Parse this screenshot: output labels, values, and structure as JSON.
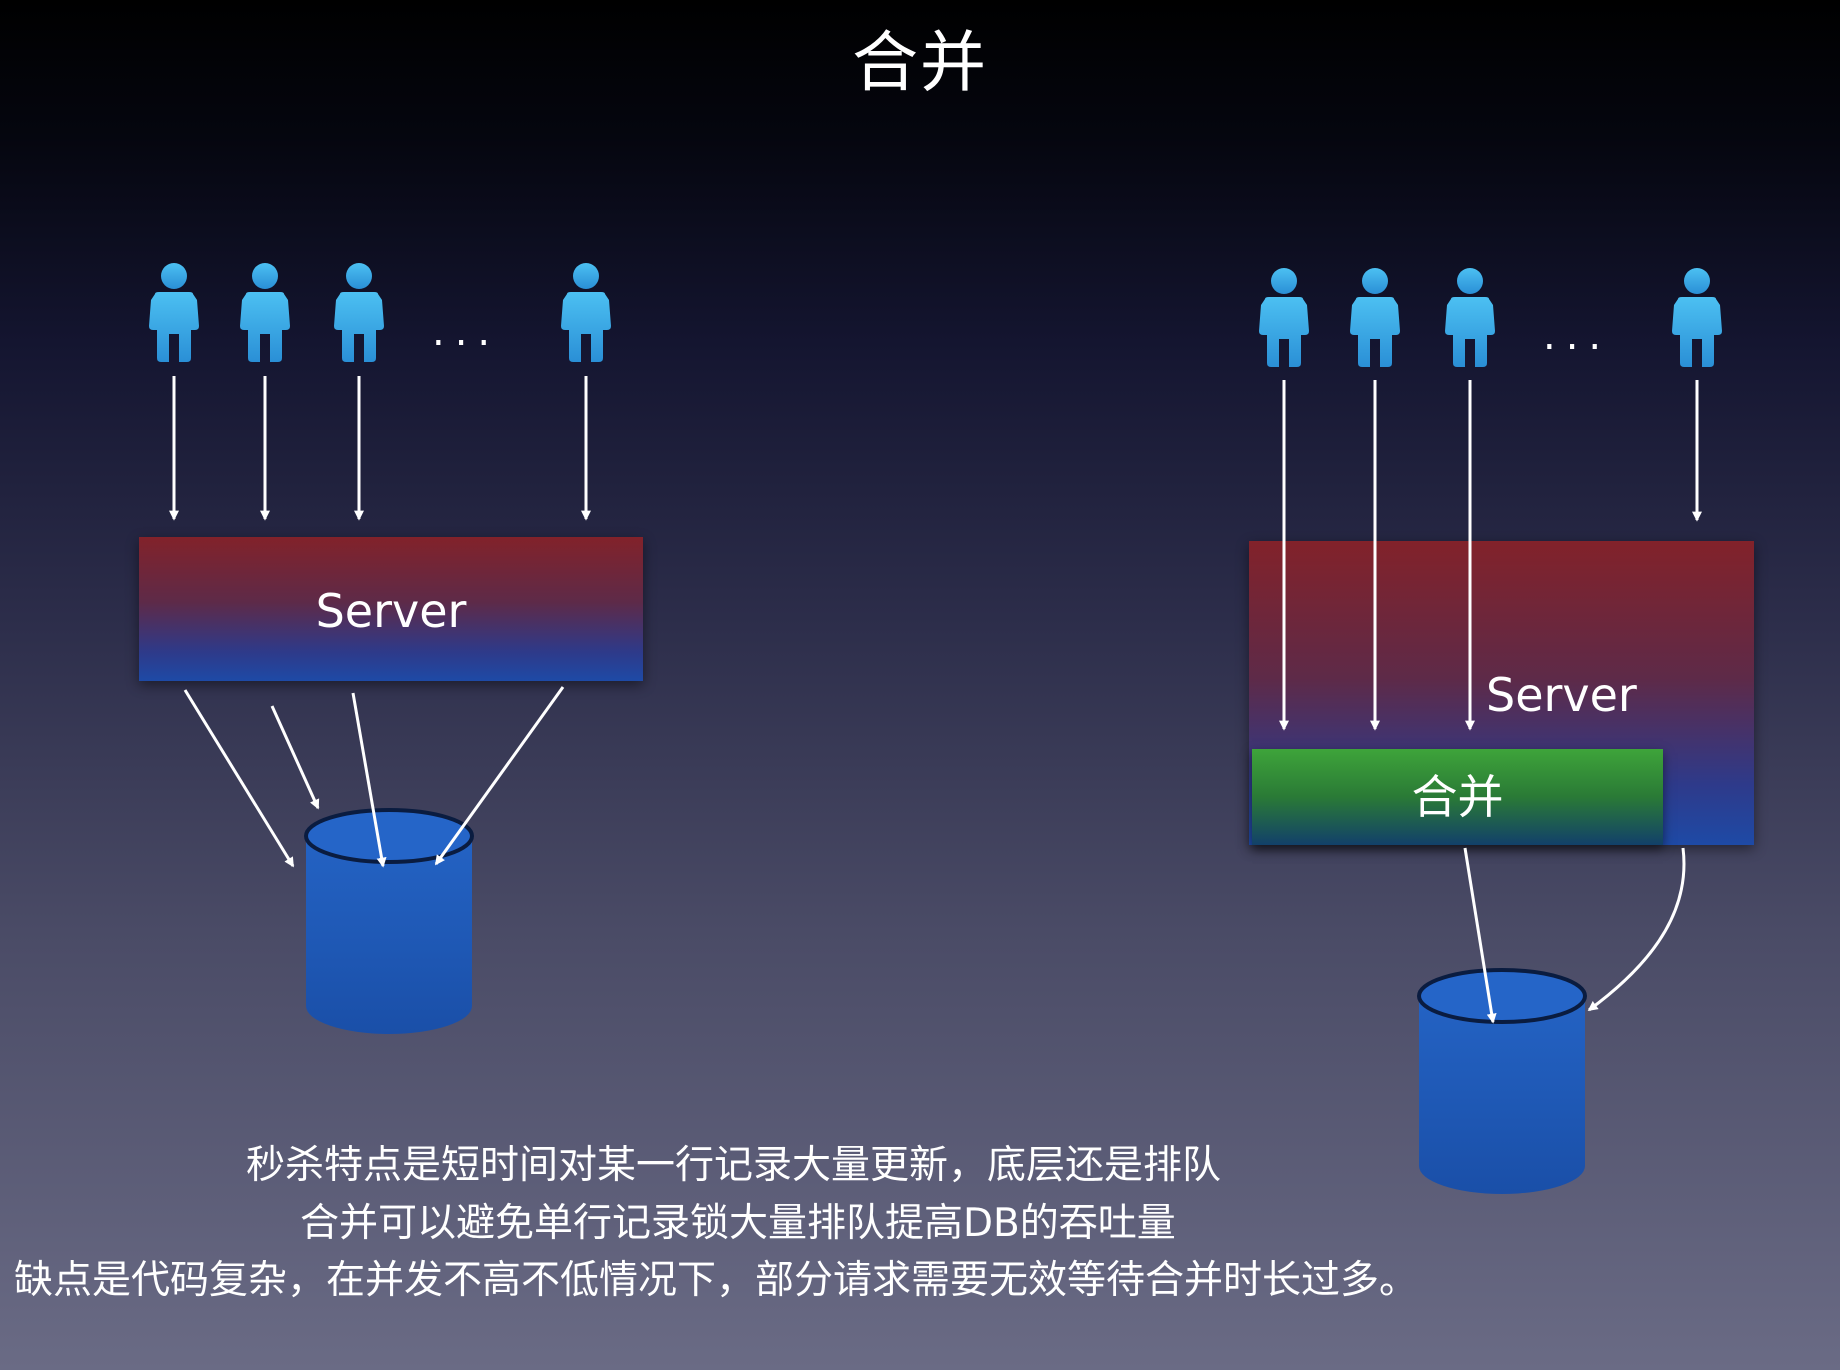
{
  "title": "合并",
  "left": {
    "ellipsis": "...",
    "server_label": "Server"
  },
  "right": {
    "ellipsis": "...",
    "server_label": "Server",
    "merge_label": "合并"
  },
  "caption": {
    "line1": "秒杀特点是短时间对某一行记录大量更新，底层还是排队",
    "line2": "合并可以避免单行记录锁大量排队提高DB的吞吐量",
    "line3": "缺点是代码复杂，在并发不高不低情况下，部分请求需要无效等待合并时长过多。"
  },
  "colors": {
    "user": "#3aa8e6",
    "database": "#1f5bb6",
    "arrow": "#ffffff"
  },
  "icons": {
    "user": "person-icon",
    "database": "database-cylinder-icon"
  }
}
